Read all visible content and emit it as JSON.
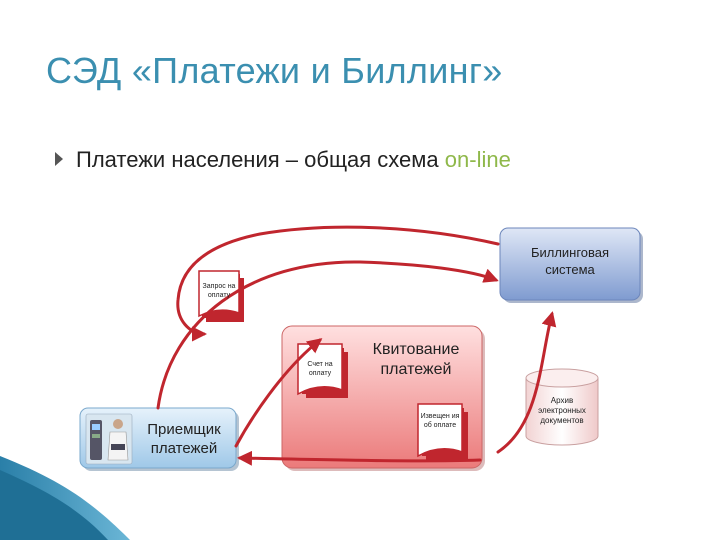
{
  "slide": {
    "title": "СЭД «Платежи и Биллинг»",
    "bullet": {
      "text_main": "Платежи населения – общая схема ",
      "text_highlight": "on-line"
    }
  },
  "diagram": {
    "billing_system": "Биллинговая система",
    "payment_request_doc": "Запрос на оплату",
    "invoice_doc": "Счет на оплату",
    "reconciliation": "Квитование платежей",
    "notification_doc": "Извещен ия об оплате",
    "archive": "Архив электронных документов",
    "payment_receiver": "Приемщик платежей"
  },
  "colors": {
    "title": "#3b8fb0",
    "highlight": "#8fb84a",
    "arrow": "#c0262e",
    "billing_fill": "#8aa4d6",
    "reconcile_fill": "#ef8f8f",
    "receiver_fill": "#bcd9ef"
  }
}
